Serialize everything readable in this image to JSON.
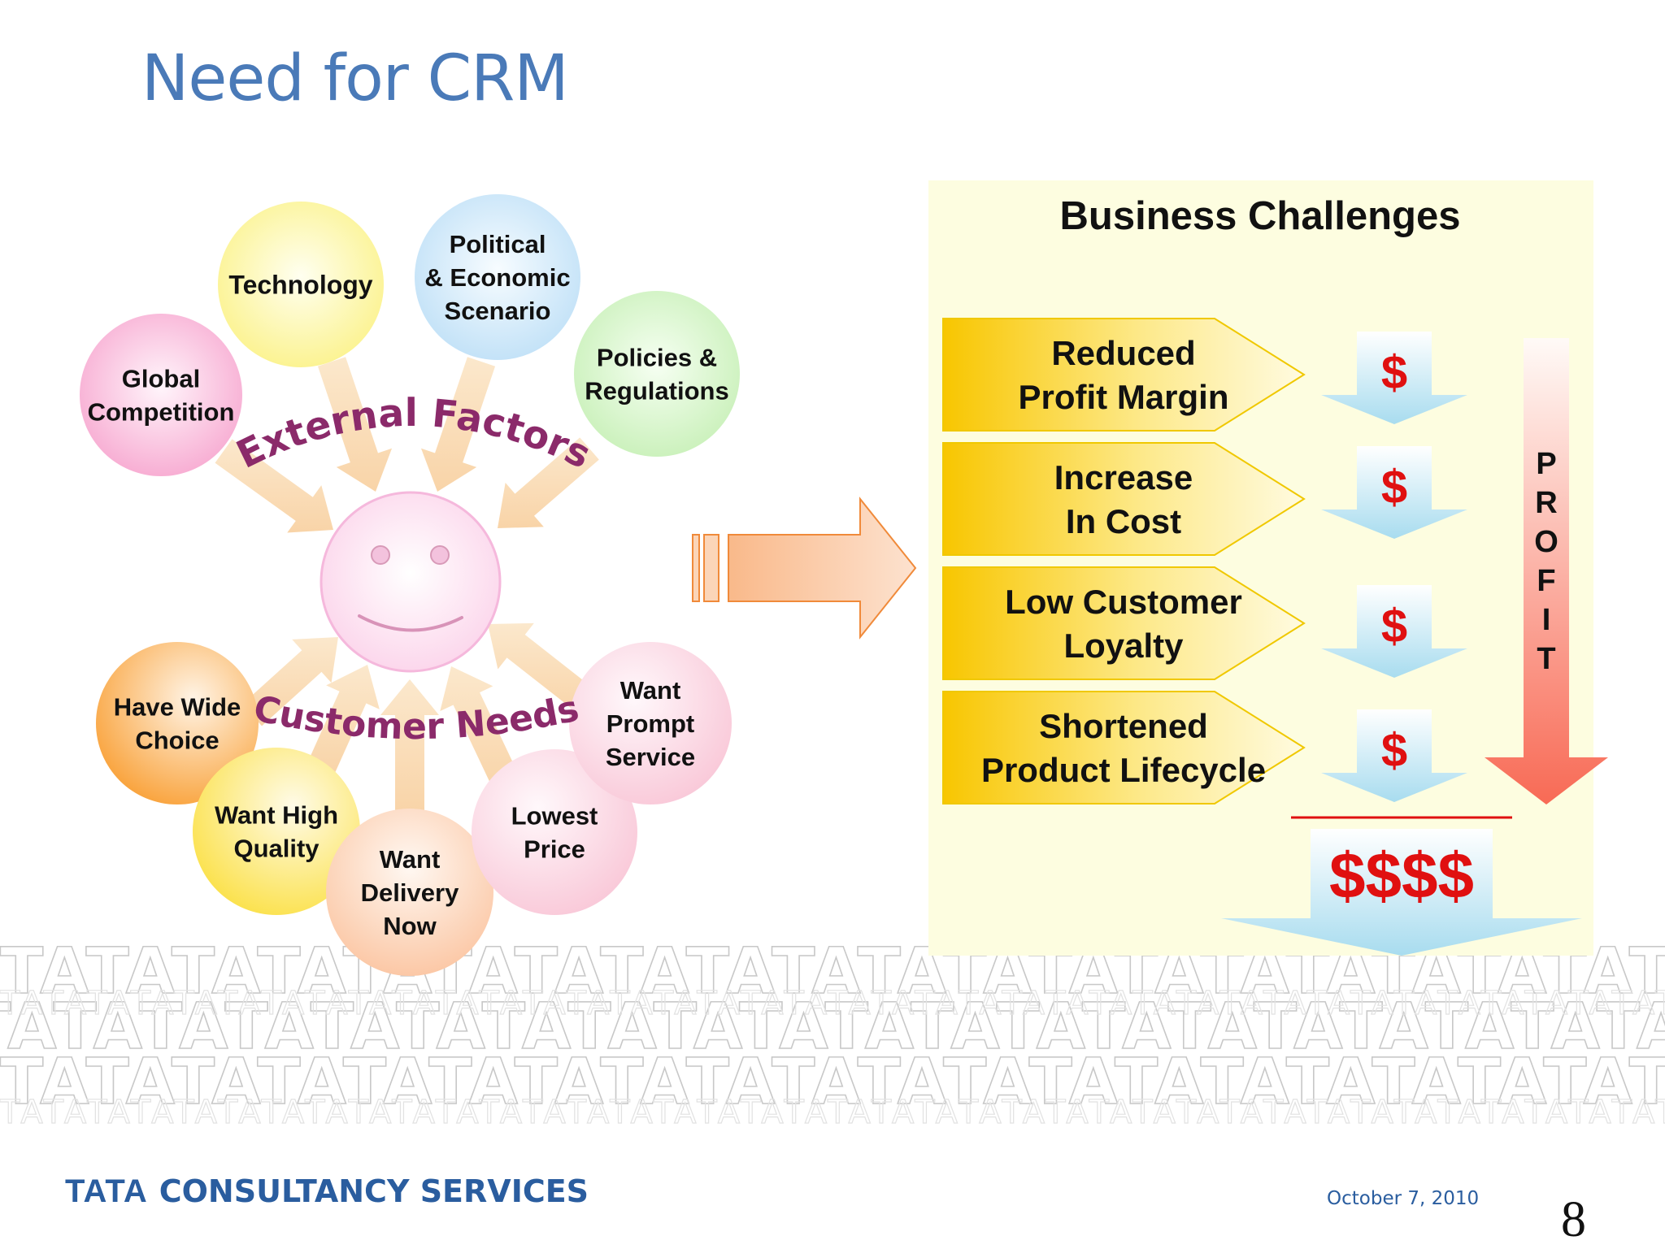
{
  "slide": {
    "title": "Need for CRM",
    "date": "October 7, 2010",
    "page_number": "8"
  },
  "external_factors": {
    "label": "External Factors",
    "items": [
      {
        "lines": [
          "Global",
          "Competition"
        ],
        "color": "#f7a8d0"
      },
      {
        "lines": [
          "Technology"
        ],
        "color": "#fbf28a"
      },
      {
        "lines": [
          "Political",
          "& Economic",
          "Scenario"
        ],
        "color": "#bfe0f7"
      },
      {
        "lines": [
          "Policies &",
          "Regulations"
        ],
        "color": "#c8f0b8"
      }
    ]
  },
  "customer_needs": {
    "label": "Customer Needs",
    "items": [
      {
        "lines": [
          "Have Wide",
          "Choice"
        ],
        "color": "#f9a23a"
      },
      {
        "lines": [
          "Want High",
          "Quality"
        ],
        "color": "#fbe14a"
      },
      {
        "lines": [
          "Want",
          "Delivery",
          "Now"
        ],
        "color": "#fbc4a0"
      },
      {
        "lines": [
          "Lowest",
          "Price"
        ],
        "color": "#fbc9a0"
      },
      {
        "lines": [
          "Want",
          "Prompt",
          "Service"
        ],
        "color": "#f9c8d8"
      }
    ]
  },
  "business_challenges": {
    "heading": "Business Challenges",
    "items": [
      {
        "lines": [
          "Reduced",
          "Profit Margin"
        ],
        "symbol": "$"
      },
      {
        "lines": [
          "Increase",
          "In Cost"
        ],
        "symbol": "$"
      },
      {
        "lines": [
          "Low Customer",
          "Loyalty"
        ],
        "symbol": "$"
      },
      {
        "lines": [
          "Shortened",
          "Product Lifecycle"
        ],
        "symbol": "$"
      }
    ],
    "total_symbol": "$$$$",
    "profit_label": "PROFIT"
  },
  "branding": {
    "logo_mark": "TATA",
    "company": "CONSULTANCY SERVICES",
    "watermark_text": "TATATATATATATATATATATATATATATATATATATATA"
  },
  "colors": {
    "title": "#4a7ab8",
    "accent_purple": "#8b2a6a",
    "dollar_red": "#e01010",
    "panel_bg": "#fdfde0",
    "chevron_gold": "#f7c600",
    "brand_blue": "#2a5d9f"
  }
}
